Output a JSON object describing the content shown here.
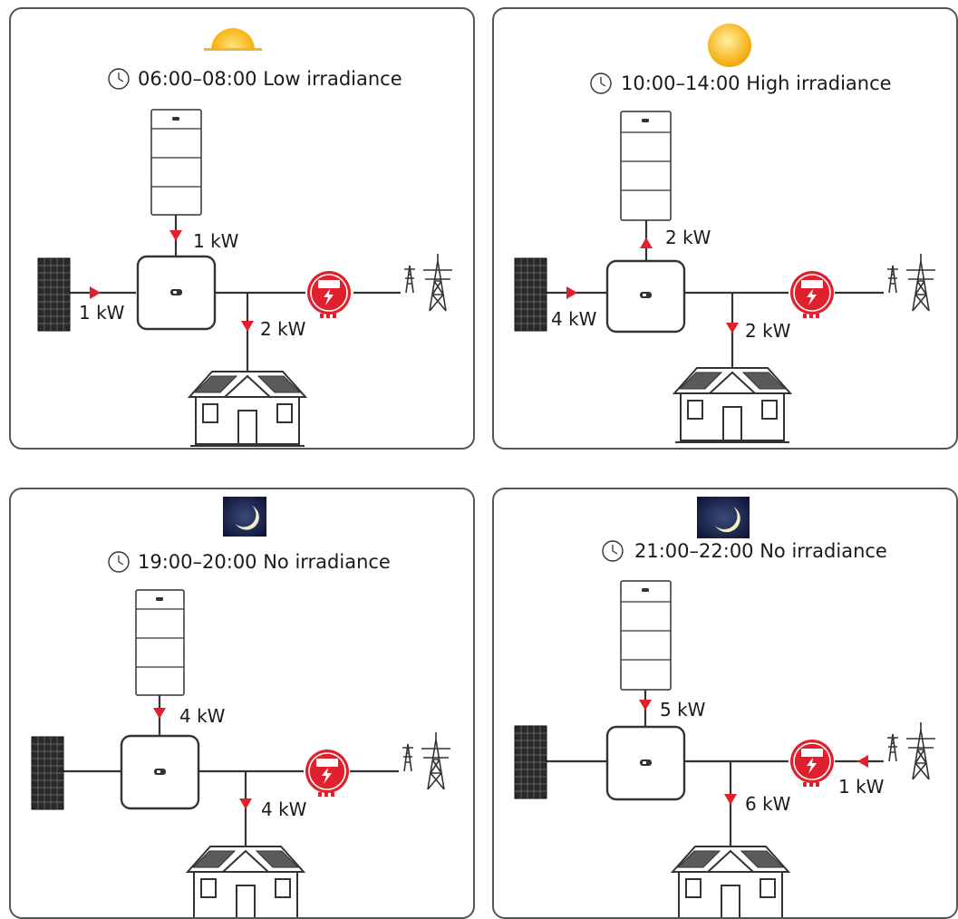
{
  "colors": {
    "line": "#333333",
    "arrow": "#e0202c",
    "meter": "#e0202c",
    "panel_border": "#555555"
  },
  "icons": [
    "sun-icon",
    "moon-icon",
    "clock-icon",
    "battery-icon",
    "inverter-icon",
    "pv-panel-icon",
    "smart-meter-icon",
    "grid-tower-icon",
    "house-icon"
  ],
  "scenarios": [
    {
      "time_label": "06:00–08:00 Low irradiance",
      "sky_icon": "sun-low",
      "flows": {
        "battery": "1 kW",
        "pv": "1 kW",
        "load": "2 kW",
        "grid": ""
      },
      "directions": {
        "battery": "to-inverter",
        "pv": "to-inverter",
        "load": "to-house",
        "grid": "none"
      }
    },
    {
      "time_label": "10:00–14:00 High irradiance",
      "sky_icon": "sun-high",
      "flows": {
        "battery": "2 kW",
        "pv": "4 kW",
        "load": "2 kW",
        "grid": ""
      },
      "directions": {
        "battery": "to-battery",
        "pv": "to-inverter",
        "load": "to-house",
        "grid": "none"
      }
    },
    {
      "time_label": "19:00–20:00 No irradiance",
      "sky_icon": "moon",
      "flows": {
        "battery": "4 kW",
        "pv": "",
        "load": "4 kW",
        "grid": ""
      },
      "directions": {
        "battery": "to-inverter",
        "pv": "none",
        "load": "to-house",
        "grid": "none"
      }
    },
    {
      "time_label": "21:00–22:00 No irradiance",
      "sky_icon": "moon",
      "flows": {
        "battery": "5 kW",
        "pv": "",
        "load": "6 kW",
        "grid": "1 kW"
      },
      "directions": {
        "battery": "to-inverter",
        "pv": "none",
        "load": "to-house",
        "grid": "to-meter"
      }
    }
  ]
}
